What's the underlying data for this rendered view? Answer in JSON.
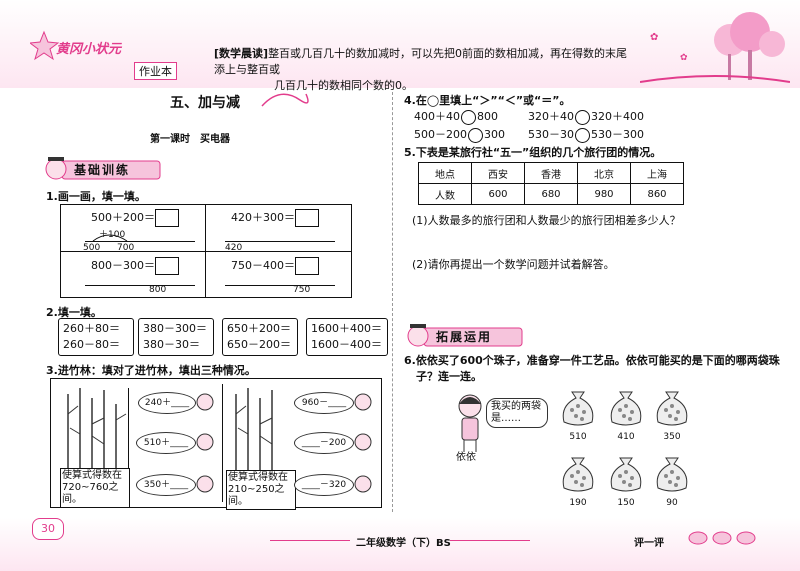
{
  "header": {
    "brand": "黄冈小状元",
    "badge": "作业本",
    "tip_label": "[数学晨读]",
    "tip_line1": "整百或几百几十的数加减时，可以先把0前面的数相加减，再在得数的末尾添上与整百或",
    "tip_line2": "几百几十的数相同个数的0。"
  },
  "lesson": {
    "title": "五、加与减",
    "subtitle": "第一课时　买电器"
  },
  "section_basic": "基础训练",
  "section_extend": "拓展运用",
  "q1": {
    "prompt": "1.画一画，填一填。",
    "cells": [
      {
        "eq": "500＋200＝",
        "labels": [
          "＋100",
          "500",
          "700"
        ]
      },
      {
        "eq": "420＋300＝",
        "labels": [
          "420"
        ]
      },
      {
        "eq": "800－300＝",
        "labels": [
          "800"
        ]
      },
      {
        "eq": "750－400＝",
        "labels": [
          "750"
        ]
      }
    ]
  },
  "q2": {
    "prompt": "2.填一填。",
    "cards": [
      [
        "260＋80＝",
        "260－80＝"
      ],
      [
        "380－300＝",
        "380－30＝"
      ],
      [
        "650＋200＝",
        "650－200＝"
      ],
      [
        "1600＋400＝",
        "1600－400＝"
      ]
    ]
  },
  "q3": {
    "prompt": "3.进竹林：填对了进竹林，填出三种情况。",
    "left": {
      "bubbles": [
        "240＋",
        "510＋",
        "350＋"
      ],
      "note": "使算式得数在720~760之间。"
    },
    "right": {
      "bubbles": [
        "960－",
        "－200",
        "－320"
      ],
      "note": "使算式得数在210~250之间。"
    }
  },
  "q4": {
    "prompt": "4.在◯里填上“＞”“＜”或“＝”。",
    "items": [
      [
        "400＋40",
        "800"
      ],
      [
        "320＋40",
        "320＋400"
      ],
      [
        "500－200",
        "300"
      ],
      [
        "530－30",
        "530－300"
      ]
    ]
  },
  "q5": {
    "prompt": "5.下表是某旅行社“五一”组织的几个旅行团的情况。",
    "header": [
      "地点",
      "西安",
      "香港",
      "北京",
      "上海"
    ],
    "row": [
      "人数",
      "600",
      "680",
      "980",
      "860"
    ],
    "sub1": "(1)人数最多的旅行团和人数最少的旅行团相差多少人？",
    "sub2": "(2)请你再提出一个数学问题并试着解答。"
  },
  "q6": {
    "prompt_line1": "6.依依买了600个珠子，准备穿一件工艺品。依依可能买的是下面的哪两袋珠",
    "prompt_line2": "子？连一连。",
    "speech": "我买的两袋是……",
    "girl_name": "依依",
    "bags": [
      "510",
      "410",
      "350",
      "190",
      "150",
      "90"
    ]
  },
  "footer": {
    "page_number": "30",
    "center": "二年级数学（下）BS",
    "right": "评一评"
  }
}
